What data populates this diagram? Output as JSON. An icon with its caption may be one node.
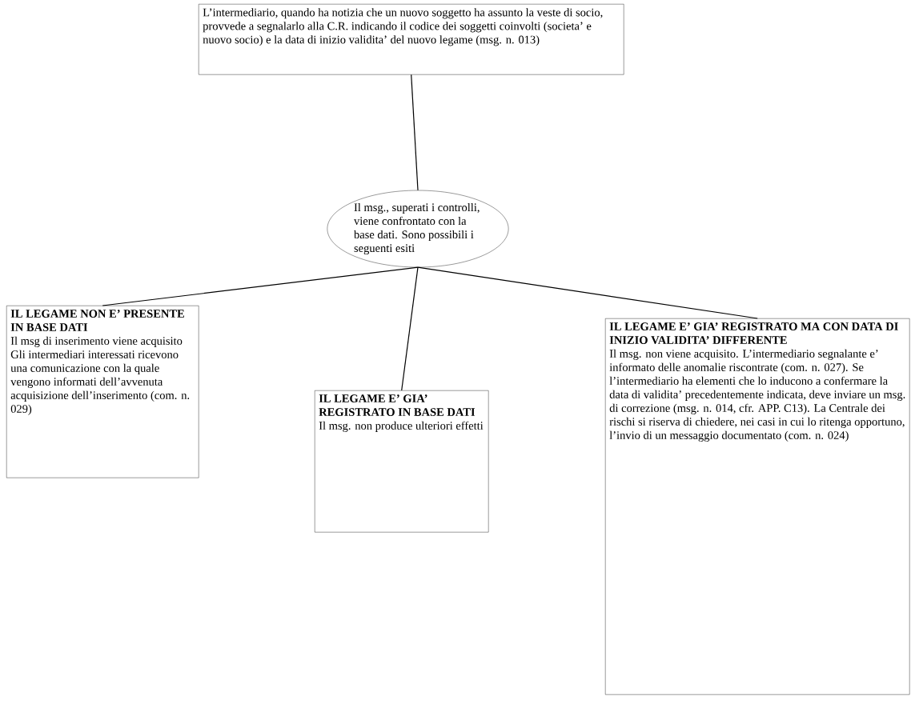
{
  "diagram": {
    "nodes": [
      {
        "text": [
          "L’intermediario, quando ha notizia che un nuovo soggetto ha assunto la veste di socio, provvede a segnalarlo alla C.R. indicando il codice dei soggetti coinvolti (societa’ e nuovo socio) e la data di inizio validita’ del nuovo legame (msg. n. 013)"
        ]
      },
      {
        "text": [
          "Il msg., superati i controlli, viene confrontato con la base dati. Sono possibili i seguenti esiti"
        ]
      },
      {
        "text": [
          "IL LEGAME NON E’ PRESENTE IN BASE DATI",
          "Il msg di inserimento viene acquisito",
          "Gli intermediari interessati ricevono una comunicazione con la quale vengono informati dell’avvenuta acquisizione dell’inserimento (com. n. 029)"
        ]
      },
      {
        "text": [
          "IL LEGAME E’ GIA’ REGISTRATO IN BASE DATI",
          "Il msg. non produce ulteriori effetti"
        ]
      },
      {
        "text": [
          "IL LEGAME E’ GIA’ REGISTRATO MA CON DATA DI INIZIO VALIDITA’ DIFFERENTE",
          "Il msg. non viene acquisito. L’intermediario segnalante e’ informato delle anomalie riscontrate (com. n. 027). Se l’intermediario ha elementi che lo inducono a confermare la data di validita’ precedentemente indicata, deve inviare un msg. di correzione (msg. n. 014, cfr. APP. C13). La Centrale dei rischi si riserva di chiedere, nei casi in cui lo ritenga opportuno, l’invio di un messaggio documentato (com. n. 024)"
        ]
      }
    ],
    "edges": [
      {
        "from": 0,
        "to": 1,
        "arrow": "none"
      },
      {
        "from": 1,
        "to": 2,
        "arrow": "none"
      },
      {
        "from": 1,
        "to": 3,
        "arrow": "none"
      },
      {
        "from": 1,
        "to": 4,
        "arrow": "none"
      }
    ]
  }
}
